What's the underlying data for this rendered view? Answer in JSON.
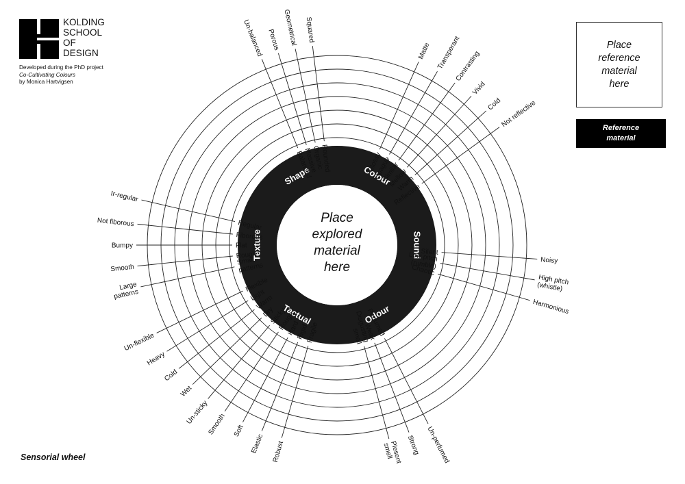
{
  "header": {
    "school_lines": [
      "KOLDING",
      "SCHOOL",
      "OF",
      "DESIGN"
    ],
    "credit_lines": [
      "Developed during the PhD project",
      "Co-Cultivating Colours",
      "by Monica Hartvigsen"
    ]
  },
  "reference": {
    "box_lines": [
      "Place",
      "reference",
      "material",
      "here"
    ],
    "label_lines": [
      "Reference",
      "material"
    ]
  },
  "footer": {
    "title": "Sensorial wheel"
  },
  "wheel": {
    "center_lines": [
      "Place",
      "explored",
      "material",
      "here"
    ],
    "categories": [
      "Shape",
      "Colour",
      "Sound",
      "Odour",
      "Tactual",
      "Texture"
    ],
    "sectors": [
      {
        "name": "Shape",
        "pairs": [
          {
            "inner": [
              "Balanced"
            ],
            "outer": [
              "Un-balanced"
            ]
          },
          {
            "inner": [
              "Massive"
            ],
            "outer": [
              "Porous"
            ]
          },
          {
            "inner": [
              "Organic"
            ],
            "outer": [
              "Geometrical"
            ]
          },
          {
            "inner": [
              "Rounded"
            ],
            "outer": [
              "Squared"
            ]
          }
        ]
      },
      {
        "name": "Colour",
        "pairs": [
          {
            "inner": [
              "Glossy"
            ],
            "outer": [
              "Matte"
            ]
          },
          {
            "inner": [
              "Opague"
            ],
            "outer": [
              "Transperant"
            ]
          },
          {
            "inner": [
              "Similar"
            ],
            "outer": [
              "Contrasting"
            ]
          },
          {
            "inner": [
              "Mellow"
            ],
            "outer": [
              "Vivid"
            ]
          },
          {
            "inner": [
              "Warm"
            ],
            "outer": [
              "Cold"
            ]
          },
          {
            "inner": [
              "Reflective"
            ],
            "outer": [
              "Not reflective"
            ]
          }
        ]
      },
      {
        "name": "Sound",
        "pairs": [
          {
            "inner": [
              "Silent"
            ],
            "outer": [
              "Noisy"
            ]
          },
          {
            "inner": [
              "Low pitch",
              "(rumble)"
            ],
            "outer": [
              "High pitch",
              "(whistle)"
            ]
          },
          {
            "inner": [
              "Chaotic"
            ],
            "outer": [
              "Harmonious"
            ]
          }
        ]
      },
      {
        "name": "Odour",
        "pairs": [
          {
            "inner": [
              "Perfumed"
            ],
            "outer": [
              "Un-perfumed"
            ]
          },
          {
            "inner": [
              "Weak"
            ],
            "outer": [
              "Strong"
            ]
          },
          {
            "inner": [
              "Disgusting",
              "smell"
            ],
            "outer": [
              "Plesent",
              "smell"
            ]
          }
        ]
      },
      {
        "name": "Tactual",
        "pairs": [
          {
            "inner": [
              "Fragile"
            ],
            "outer": [
              "Robust"
            ]
          },
          {
            "inner": [
              "Rigid"
            ],
            "outer": [
              "Elastic"
            ]
          },
          {
            "inner": [
              "Hard"
            ],
            "outer": [
              "Soft"
            ]
          },
          {
            "inner": [
              "Rough"
            ],
            "outer": [
              "Smooth"
            ]
          },
          {
            "inner": [
              "Sticky"
            ],
            "outer": [
              "Un-sticky"
            ]
          },
          {
            "inner": [
              "Dry"
            ],
            "outer": [
              "Wet"
            ]
          },
          {
            "inner": [
              "Warm"
            ],
            "outer": [
              "Cold"
            ]
          },
          {
            "inner": [
              "Light"
            ],
            "outer": [
              "Heavy"
            ]
          },
          {
            "inner": [
              "Flexible"
            ],
            "outer": [
              "Un-flexible"
            ]
          }
        ]
      },
      {
        "name": "Texture",
        "pairs": [
          {
            "inner": [
              "Regular"
            ],
            "outer": [
              "Ir-regular"
            ]
          },
          {
            "inner": [
              "Fiborous"
            ],
            "outer": [
              "Not fiborous"
            ]
          },
          {
            "inner": [
              "Flat"
            ],
            "outer": [
              "Bumpy"
            ]
          },
          {
            "inner": [
              "Rough"
            ],
            "outer": [
              "Smooth"
            ]
          },
          {
            "inner": [
              "Small",
              "patterns"
            ],
            "outer": [
              "Large",
              "patterns"
            ]
          }
        ]
      }
    ]
  }
}
